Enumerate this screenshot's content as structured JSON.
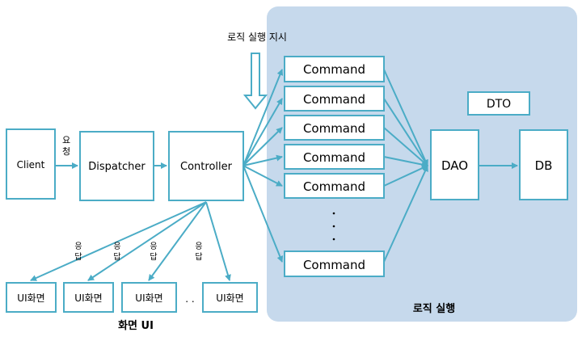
{
  "logic_region_label": "로직 실행",
  "instruction_label": "로직 실행 지시",
  "client": "Client",
  "request_label": "요청",
  "dispatcher": "Dispatcher",
  "controller": "Controller",
  "commands": [
    "Command",
    "Command",
    "Command",
    "Command",
    "Command",
    "Command"
  ],
  "dao": "DAO",
  "dto": "DTO",
  "db": "DB",
  "response_label": "응답",
  "screens": [
    "UI화면",
    "UI화면",
    "UI화면",
    "UI화면"
  ],
  "screen_ellipsis": ". .",
  "screen_group_label": "화면 UI",
  "colors": {
    "region": "#c6d9ec",
    "line": "#4bacc6",
    "text": "#000000"
  }
}
